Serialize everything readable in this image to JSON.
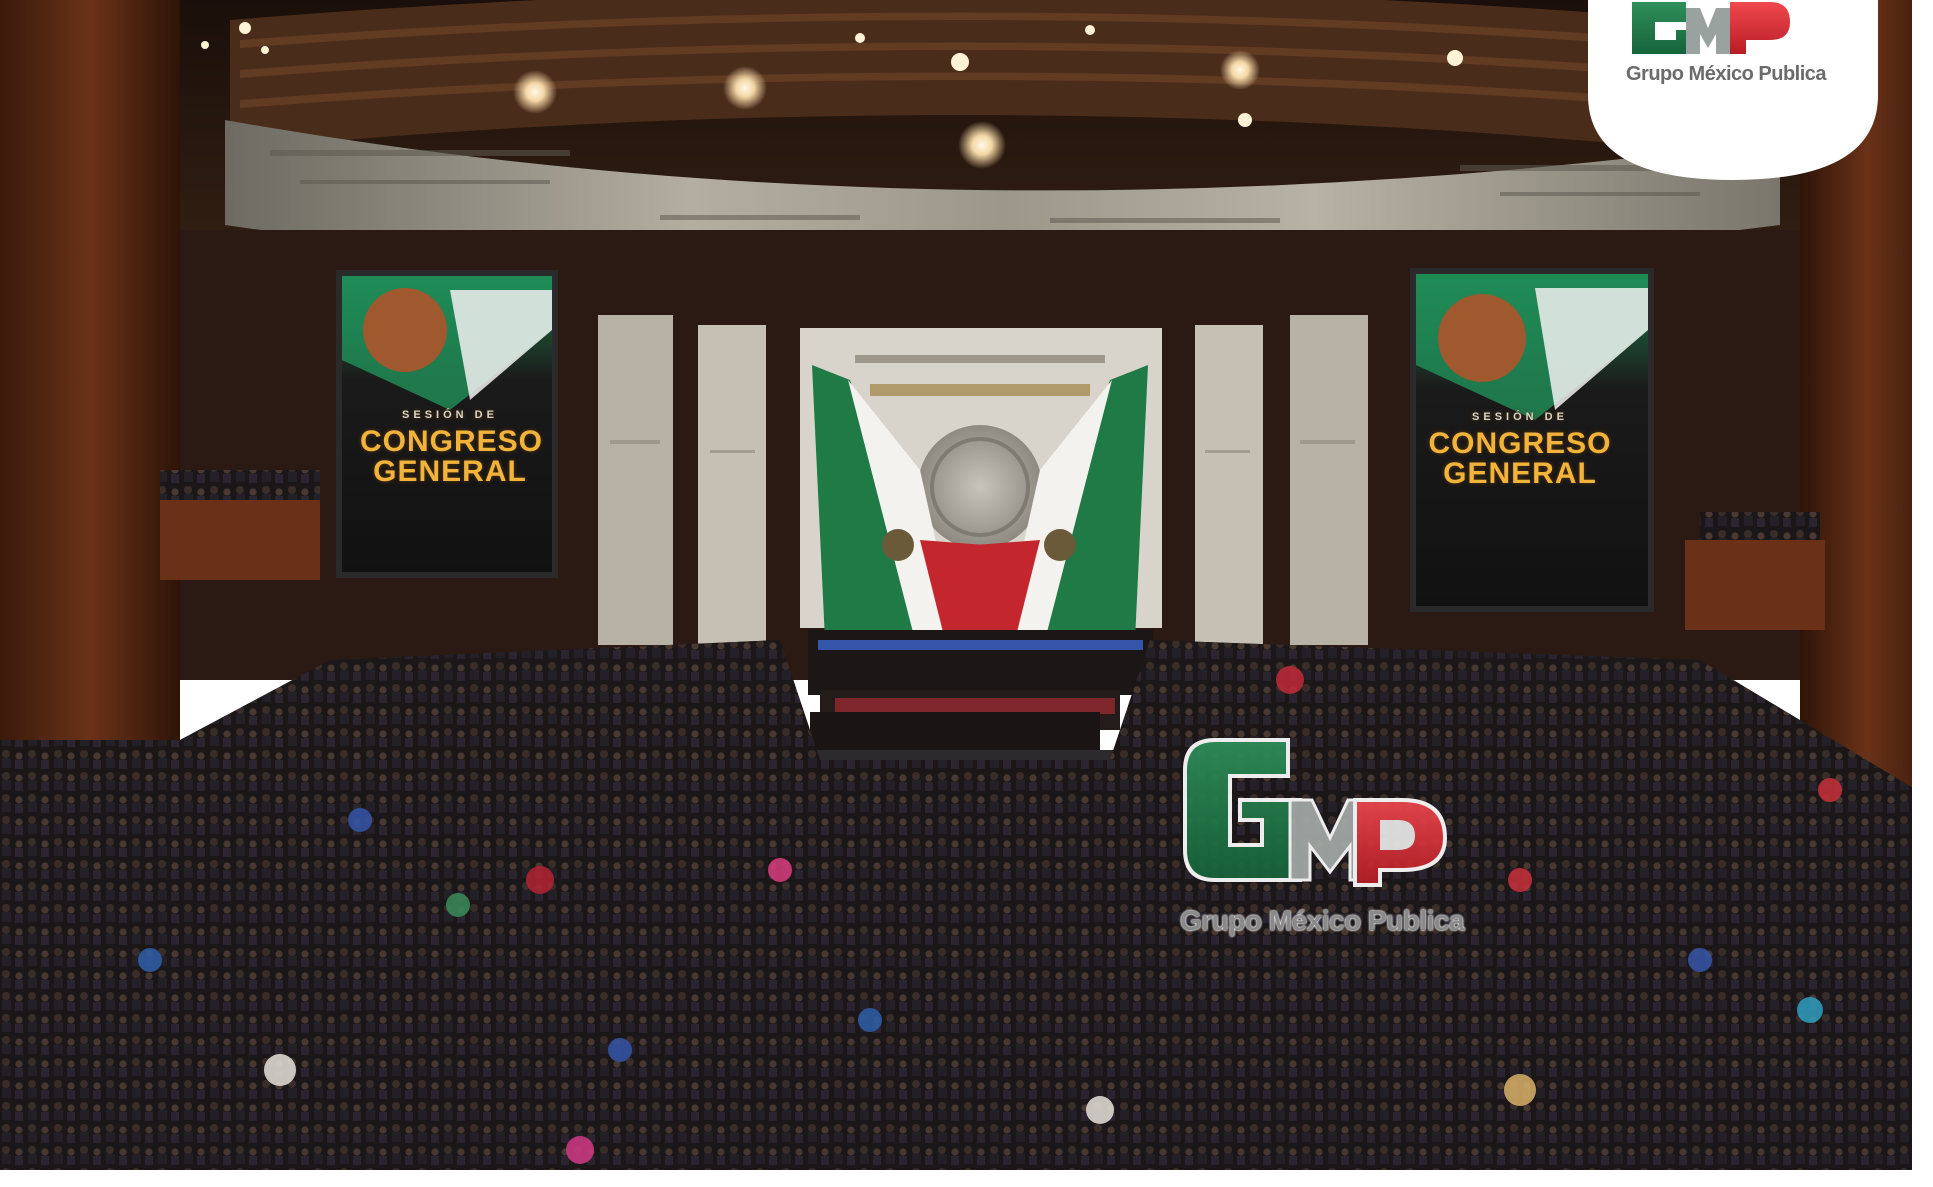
{
  "screens": {
    "left": {
      "line1": "SESIÓN DE",
      "line2": "CONGRESO",
      "line3": "GENERAL"
    },
    "right": {
      "line1": "SESIÓN DE",
      "line2": "CONGRESO",
      "line3": "GENERAL"
    }
  },
  "watermark": {
    "logo_letters": "GMP",
    "brand_name": "Grupo México Publica"
  },
  "colors": {
    "mexico_green": "#1f7a45",
    "mexico_red": "#c4262e",
    "wood": "#5a2a16",
    "screen_title": "#f2b33a"
  }
}
